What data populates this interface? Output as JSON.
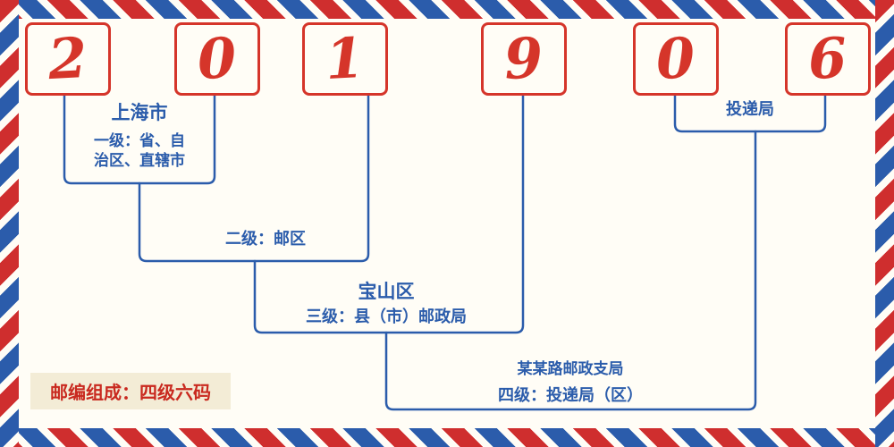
{
  "postal_code": {
    "digits": [
      "2",
      "0",
      "1",
      "9",
      "0",
      "6"
    ]
  },
  "labels": {
    "level1_name": "上海市",
    "level1_desc_line1": "一级：省、自",
    "level1_desc_line2": "治区、直辖市",
    "level2_desc": "二级：邮区",
    "level3_name": "宝山区",
    "level3_desc": "三级：县（市）邮政局",
    "level4_name": "投递局",
    "level4_branch": "某某路邮政支局",
    "level4_desc": "四级：投递局（区）"
  },
  "footer": {
    "composition": "邮编组成：四级六码"
  },
  "colors": {
    "digit_red": "#d5352a",
    "line_blue": "#2b5cab",
    "stripe_red": "#cf2e2e",
    "stripe_blue": "#2b5cab",
    "badge_bg": "#f3ecd6",
    "badge_text": "#c9291f",
    "background": "#fffdf6"
  }
}
